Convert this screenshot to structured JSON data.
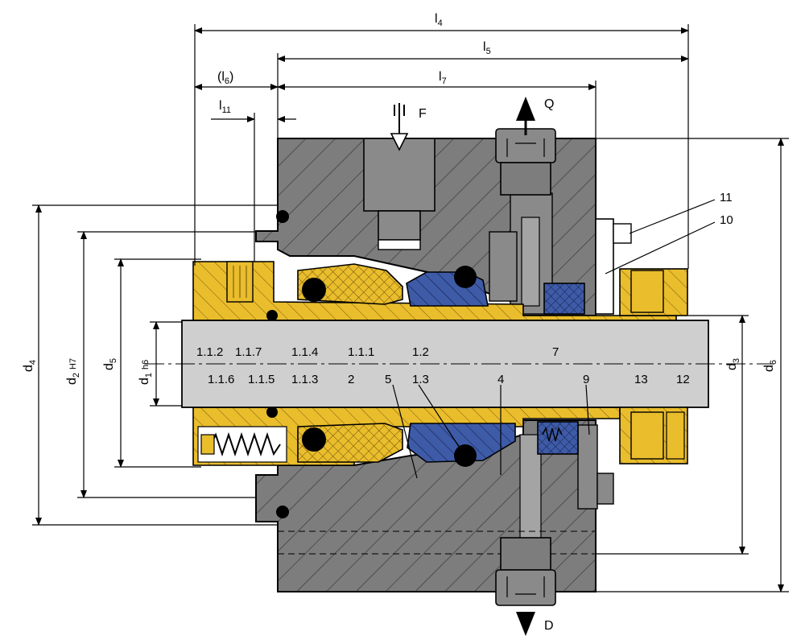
{
  "colors": {
    "housing": "#7d7d7d",
    "brass": "#e9bd2c",
    "blue": "#3e5ba8",
    "shaft": "#cfcfcf",
    "hatch": "#3a3a3a",
    "white": "#ffffff",
    "black": "#000000"
  },
  "dimensions": {
    "l4": {
      "main": "l",
      "sub": "4"
    },
    "l5": {
      "main": "l",
      "sub": "5"
    },
    "l6": {
      "pre": "(",
      "main": "l",
      "sub": "6",
      "post": ")"
    },
    "l7": {
      "main": "l",
      "sub": "7"
    },
    "l11": {
      "main": "l",
      "sub": "11"
    },
    "d4": {
      "main": "d",
      "sub": "4"
    },
    "d2": {
      "main": "d",
      "sub": "2",
      "tol": "H7"
    },
    "d5": {
      "main": "d",
      "sub": "5"
    },
    "d1": {
      "main": "d",
      "sub": "1",
      "tol": "h6"
    },
    "d3": {
      "main": "d",
      "sub": "3"
    },
    "d6": {
      "main": "d",
      "sub": "6"
    }
  },
  "flows": {
    "F": "F",
    "Q": "Q",
    "D": "D"
  },
  "part_labels": {
    "p112": "1.1.2",
    "p117": "1.1.7",
    "p114": "1.1.4",
    "p111": "1.1.1",
    "p12": "1.2",
    "p7": "7",
    "p116": "1.1.6",
    "p115": "1.1.5",
    "p113": "1.1.3",
    "p2": "2",
    "p5": "5",
    "p13a": "1.3",
    "p4": "4",
    "p9": "9",
    "p13": "13",
    "p12b": "12",
    "p11": "11",
    "p10": "10"
  }
}
